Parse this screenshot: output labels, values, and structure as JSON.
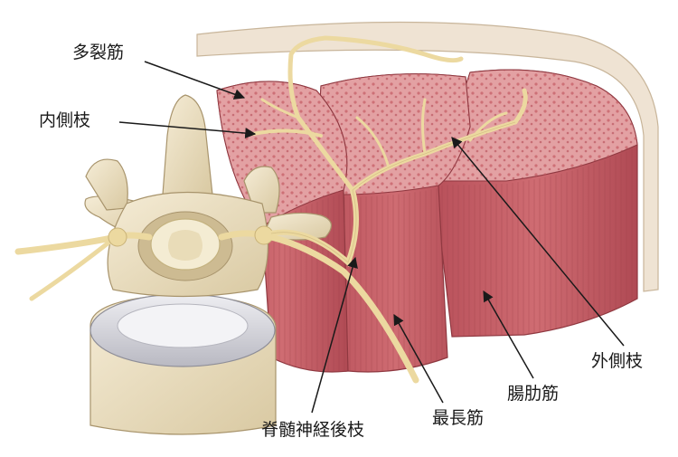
{
  "labels": {
    "multifidus": "多裂筋",
    "medial_branch": "内側枝",
    "lateral_branch": "外側枝",
    "iliocostalis": "腸肋筋",
    "longissimus": "最長筋",
    "dorsal_ramus": "脊髄神経後枝"
  },
  "colors": {
    "muscle": "#c9626b",
    "muscle_dark": "#a9434c",
    "muscle_cut": "#e3a1a3",
    "nerve": "#ecd9a0",
    "bone": "#ede1c4",
    "disc": "#d9d9de",
    "fascia": "#efe3d3"
  }
}
